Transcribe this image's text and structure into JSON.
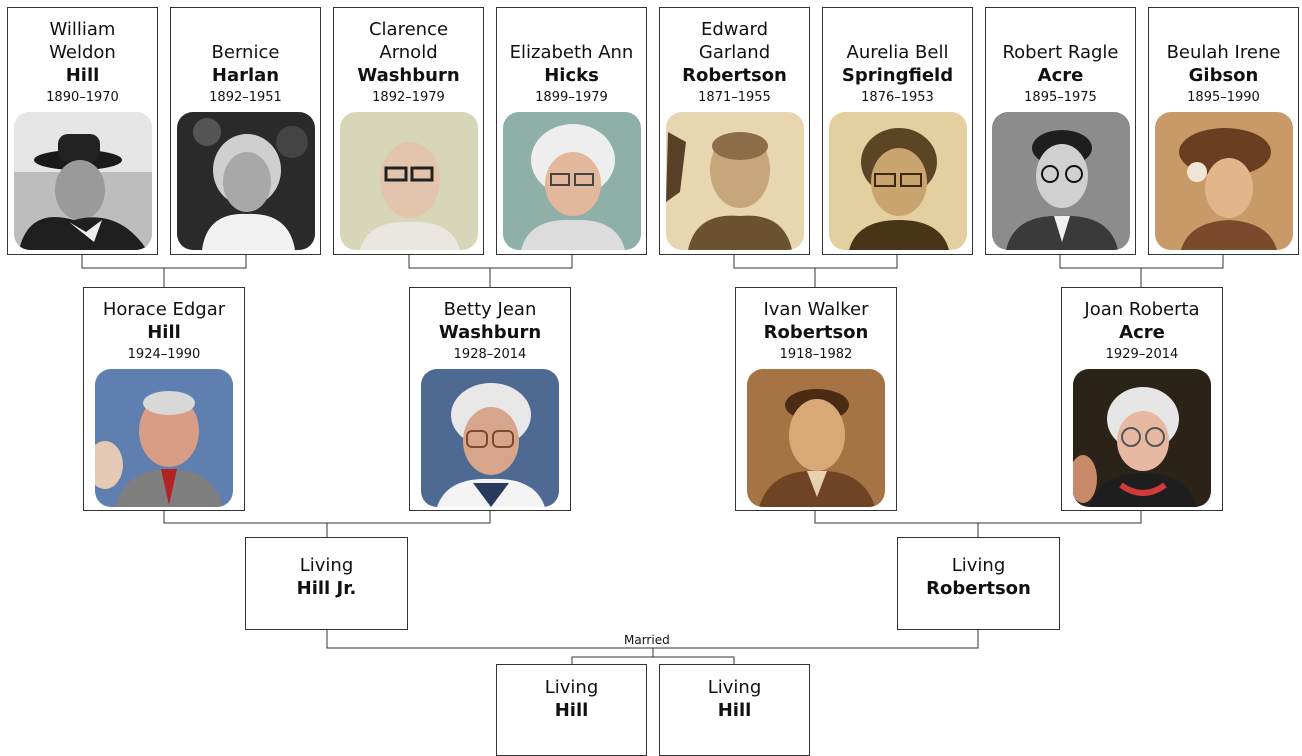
{
  "people": {
    "g1": {
      "given": "William\nWeldon",
      "surname": "Hill",
      "dates": "1890–1970"
    },
    "g2": {
      "given": "Bernice",
      "surname": "Harlan",
      "dates": "1892–1951"
    },
    "g3": {
      "given": "Clarence\nArnold",
      "surname": "Washburn",
      "dates": "1892–1979"
    },
    "g4": {
      "given": "Elizabeth Ann",
      "surname": "Hicks",
      "dates": "1899–1979"
    },
    "g5": {
      "given": "Edward\nGarland",
      "surname": "Robertson",
      "dates": "1871–1955"
    },
    "g6": {
      "given": "Aurelia Bell",
      "surname": "Springfield",
      "dates": "1876–1953"
    },
    "g7": {
      "given": "Robert Ragle",
      "surname": "Acre",
      "dates": "1895–1975"
    },
    "g8": {
      "given": "Beulah Irene",
      "surname": "Gibson",
      "dates": "1895–1990"
    },
    "p1": {
      "given": "Horace Edgar",
      "surname": "Hill",
      "dates": "1924–1990"
    },
    "p2": {
      "given": "Betty Jean",
      "surname": "Washburn",
      "dates": "1928–2014"
    },
    "p3": {
      "given": "Ivan Walker",
      "surname": "Robertson",
      "dates": "1918–1982"
    },
    "p4": {
      "given": "Joan Roberta",
      "surname": "Acre",
      "dates": "1929–2014"
    },
    "c1": {
      "given": "Living",
      "surname": "Hill Jr."
    },
    "c2": {
      "given": "Living",
      "surname": "Robertson"
    },
    "k1": {
      "given": "Living",
      "surname": "Hill"
    },
    "k2": {
      "given": "Living",
      "surname": "Hill"
    }
  },
  "labels": {
    "married": "Married"
  },
  "colors": {
    "border": "#333333",
    "line": "#333333",
    "background": "#ffffff"
  }
}
